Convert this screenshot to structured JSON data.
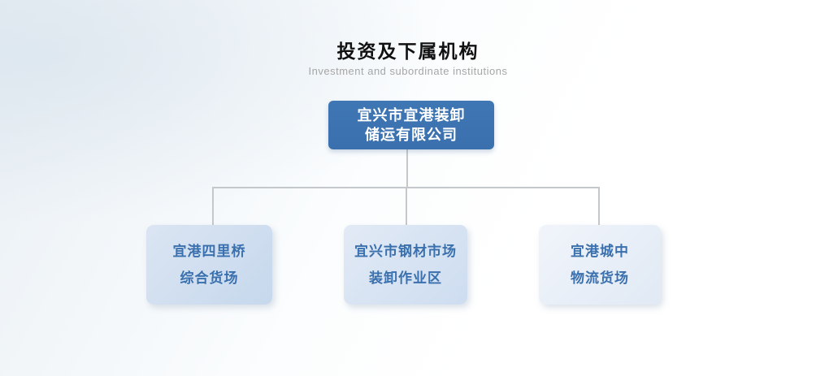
{
  "header": {
    "title": "投资及下属机构",
    "subtitle": "Investment and subordinate institutions"
  },
  "org": {
    "type": "org-chart",
    "root": {
      "line1": "宜兴市宜港装卸",
      "line2": "储运有限公司"
    },
    "children": [
      {
        "line1": "宜港四里桥",
        "line2": "综合货场"
      },
      {
        "line1": "宜兴市钢材市场",
        "line2": "装卸作业区"
      },
      {
        "line1": "宜港城中",
        "line2": "物流货场"
      }
    ]
  },
  "colors": {
    "root_box_bg": "#3a70ad",
    "root_box_text": "#ffffff",
    "child_box_bg_left": "#c9daee",
    "child_box_bg_middle": "#d2e0f1",
    "child_box_bg_right": "#e8eff8",
    "child_box_text": "#3a70ae",
    "connector_line": "#c5c8ca",
    "title_text": "#111111",
    "subtitle_text": "#a6a6a6",
    "background_tint": "#e9eff4"
  }
}
